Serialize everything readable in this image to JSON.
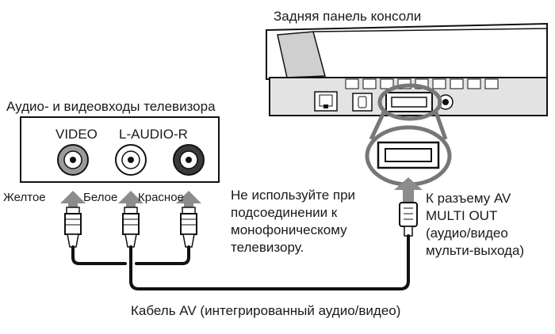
{
  "console": {
    "title": "Задняя панель консоли"
  },
  "tv": {
    "title": "Аудио- и видеовходы телевизора",
    "video_label": "VIDEO",
    "audio_label": "L-AUDIO-R"
  },
  "plugs": {
    "yellow_label": "Желтое",
    "white_label": "Белое",
    "red_label": "Красное"
  },
  "notes": {
    "mono_line1": "Не используйте при",
    "mono_line2": "подсоединении к",
    "mono_line3": "монофоническому",
    "mono_line4": "телевизору.",
    "av_line1": "К разъему AV",
    "av_line2": "MULTI OUT",
    "av_line3": "(аудио/видео",
    "av_line4": "мульти-выхода)"
  },
  "cable": {
    "label": "Кабель AV (интегрированный аудио/видео)"
  },
  "colors": {
    "arrow_gray": "#8c8c8c",
    "jack_yellow_ring": "#9a9a9a",
    "jack_white_ring": "#ffffff",
    "jack_red_ring": "#3a3a3a",
    "console_gray": "#d9d9d9"
  }
}
